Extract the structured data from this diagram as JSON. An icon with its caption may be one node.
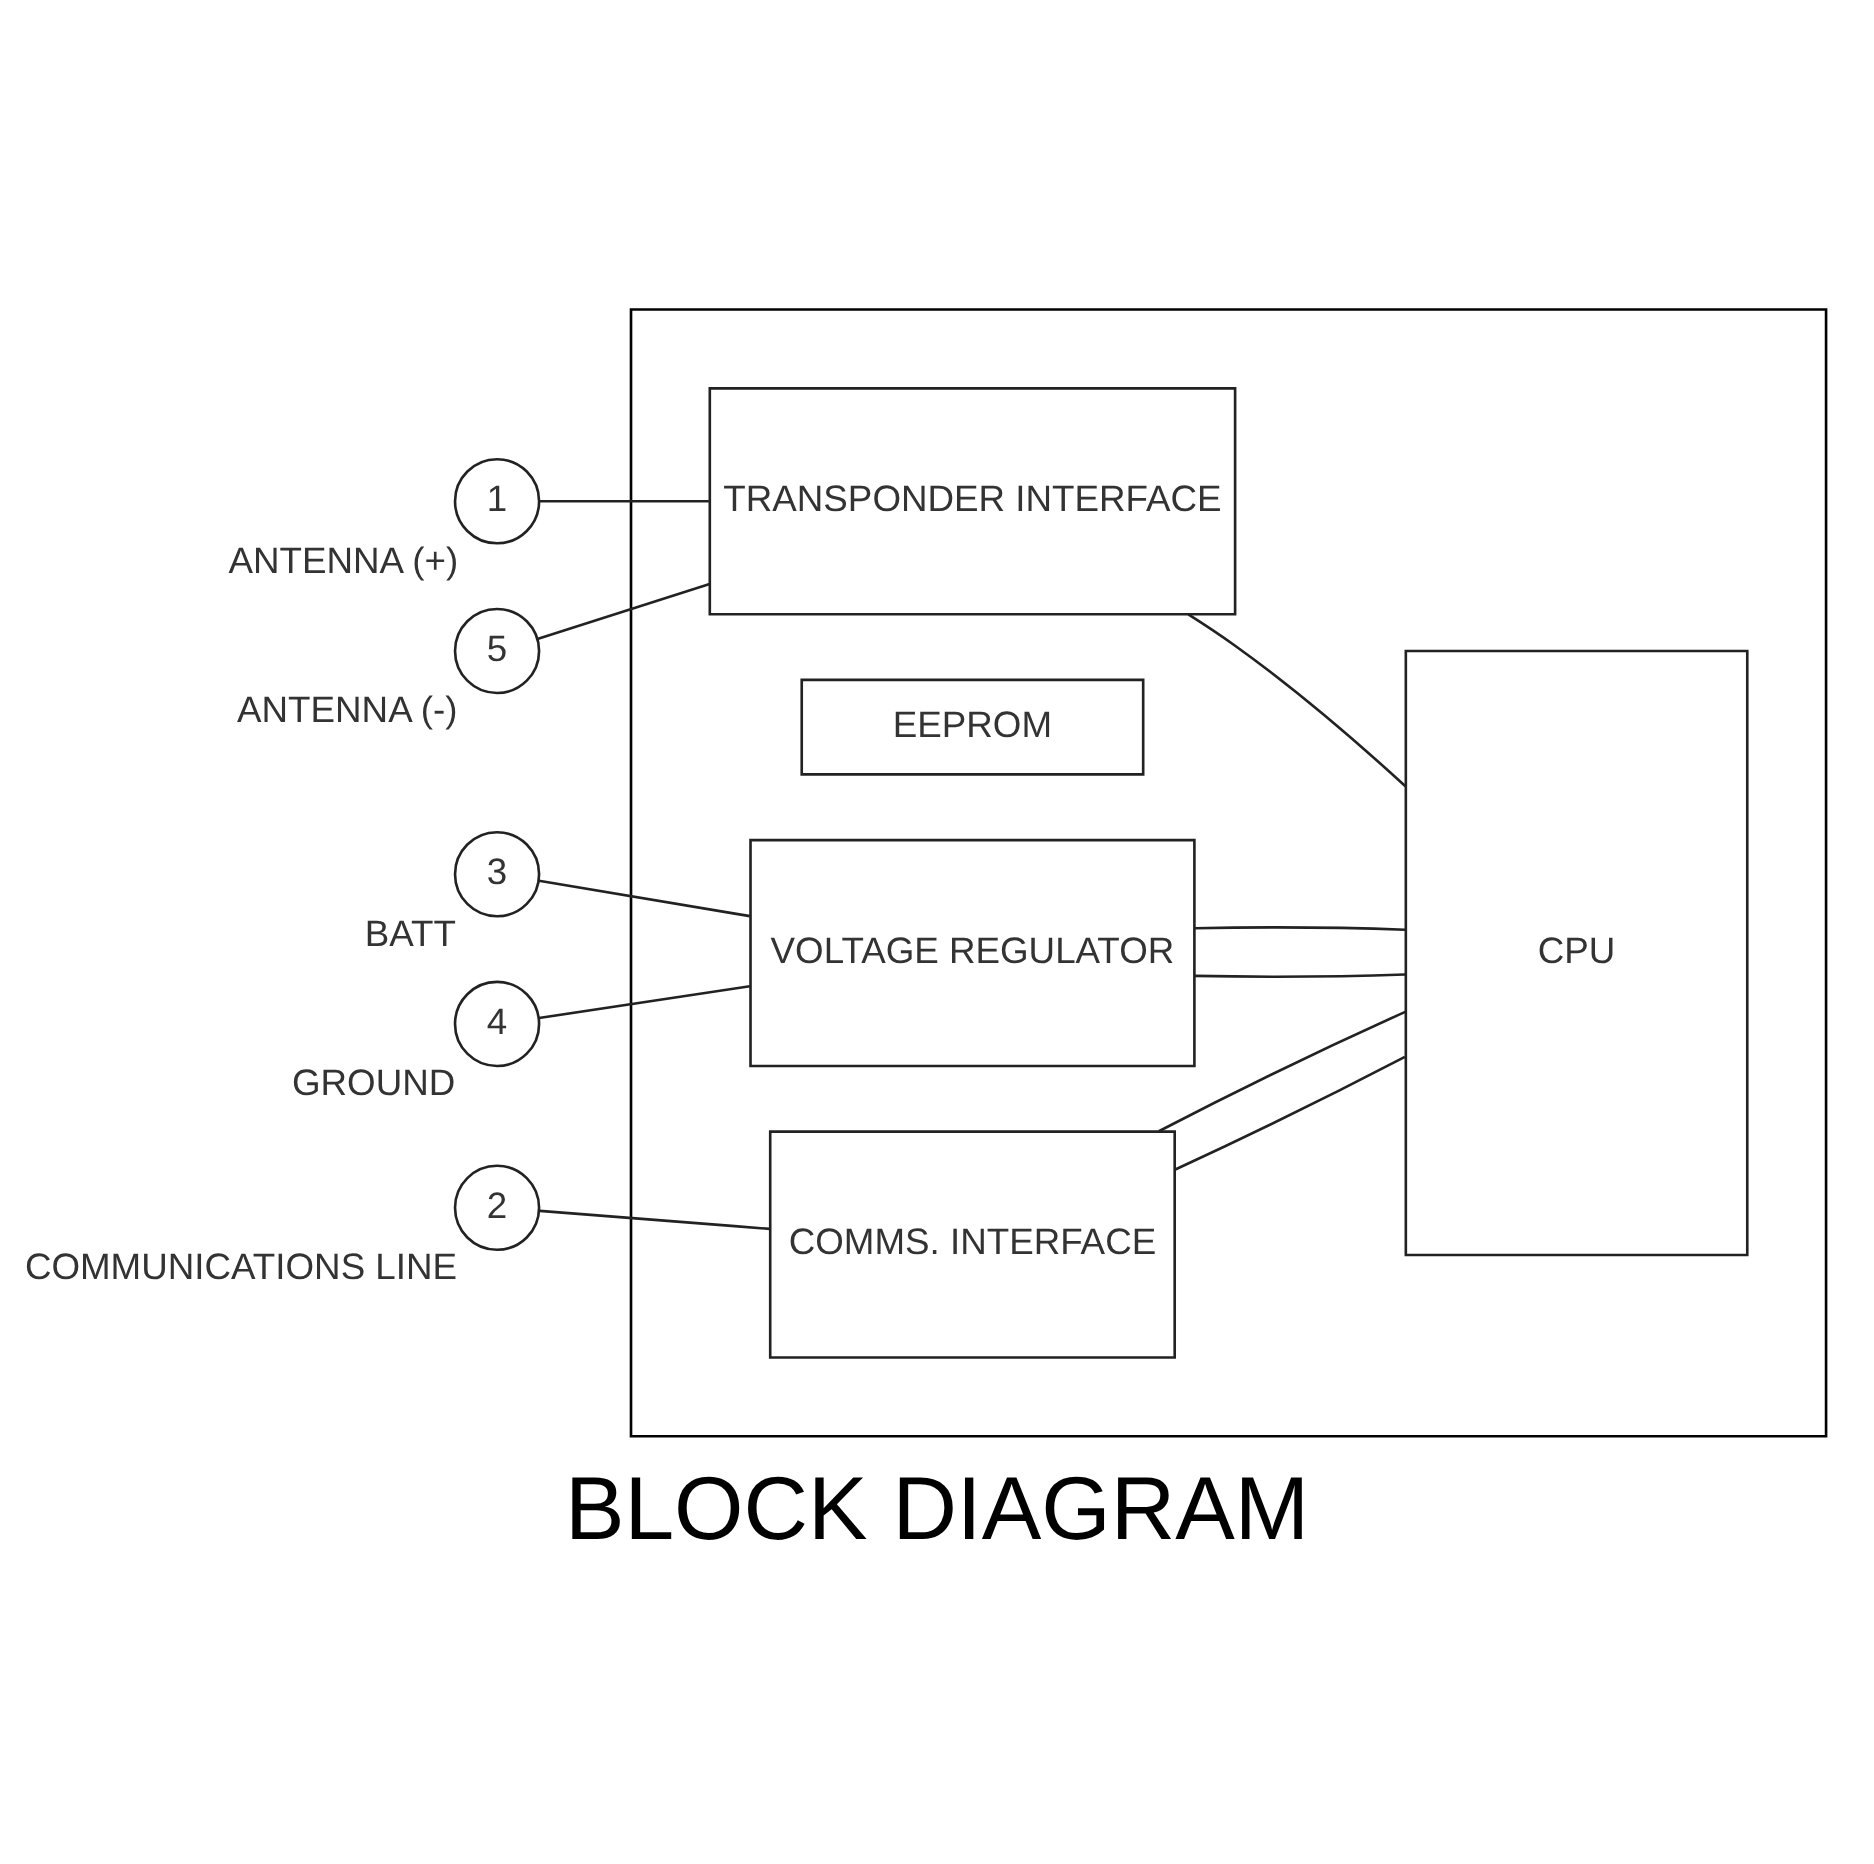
{
  "diagram": {
    "title": "BLOCK DIAGRAM",
    "nodes": [
      {
        "text": [],
        "shape": "box"
      },
      {
        "text": [
          "1"
        ],
        "beside": [
          "ANTENNA (+)"
        ]
      },
      {
        "text": [
          "5"
        ],
        "beside": [
          "ANTENNA (-)"
        ]
      },
      {
        "text": [
          "3"
        ],
        "beside": [
          "BATT"
        ]
      },
      {
        "text": [
          "4"
        ],
        "beside": [
          "GROUND"
        ]
      },
      {
        "text": [
          "2"
        ],
        "beside": [
          "COMMUNICATIONS LINE"
        ]
      },
      {
        "text": [
          "TRANSPONDER INTERFACE"
        ],
        "in": 0
      },
      {
        "text": [
          "EEPROM"
        ],
        "in": 0
      },
      {
        "text": [
          "CPU"
        ],
        "in": 0
      },
      {
        "text": [
          "VOLTAGE REGULATOR"
        ],
        "in": 0
      },
      {
        "text": [
          "COMMS. INTERFACE"
        ],
        "in": 0
      }
    ],
    "edges": [
      {
        "from": 1,
        "to": 6,
        "arrow": "none"
      },
      {
        "from": 2,
        "to": 6,
        "arrow": "none"
      },
      {
        "from": 3,
        "to": 9,
        "arrow": "none"
      },
      {
        "from": 4,
        "to": 9,
        "arrow": "none"
      },
      {
        "from": 5,
        "to": 10,
        "arrow": "none"
      },
      {
        "from": 6,
        "to": 8,
        "arrow": "none"
      },
      {
        "from": 9,
        "to": 8,
        "arrow": "none"
      },
      {
        "from": 9,
        "to": 8,
        "arrow": "none"
      },
      {
        "from": 10,
        "to": 8,
        "arrow": "none"
      },
      {
        "from": 10,
        "to": 8,
        "arrow": "none"
      }
    ]
  }
}
